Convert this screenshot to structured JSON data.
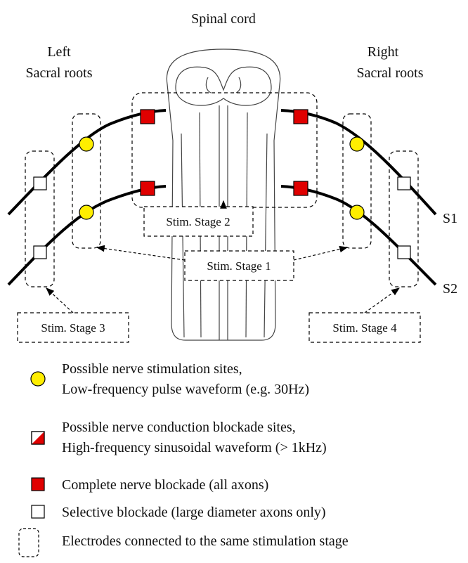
{
  "title": "Spinal cord",
  "left_label": [
    "Left",
    "Sacral roots"
  ],
  "right_label": [
    "Right",
    "Sacral roots"
  ],
  "root_labels": [
    "S1",
    "S2"
  ],
  "stages": {
    "s1": "Stim. Stage 1",
    "s2": "Stim. Stage 2",
    "s3": "Stim. Stage 3",
    "s4": "Stim. Stage 4"
  },
  "legend": [
    {
      "icon": "yellow-circle",
      "lines": [
        "Possible nerve stimulation sites,",
        "Low-frequency pulse waveform (e.g. 30Hz)"
      ]
    },
    {
      "icon": "half-red-square",
      "lines": [
        "Possible nerve conduction blockade sites,",
        "High-frequency sinusoidal waveform (> 1kHz)"
      ]
    },
    {
      "icon": "red-square",
      "lines": [
        "Complete nerve blockade (all axons)"
      ]
    },
    {
      "icon": "white-square",
      "lines": [
        "Selective blockade (large diameter axons only)"
      ]
    },
    {
      "icon": "dashed-box",
      "lines": [
        "Electrodes connected to the same stimulation stage"
      ]
    }
  ],
  "colors": {
    "stimulation": "#ffee00",
    "blockade": "#e00000",
    "line": "#000000",
    "cord": "#444444"
  }
}
